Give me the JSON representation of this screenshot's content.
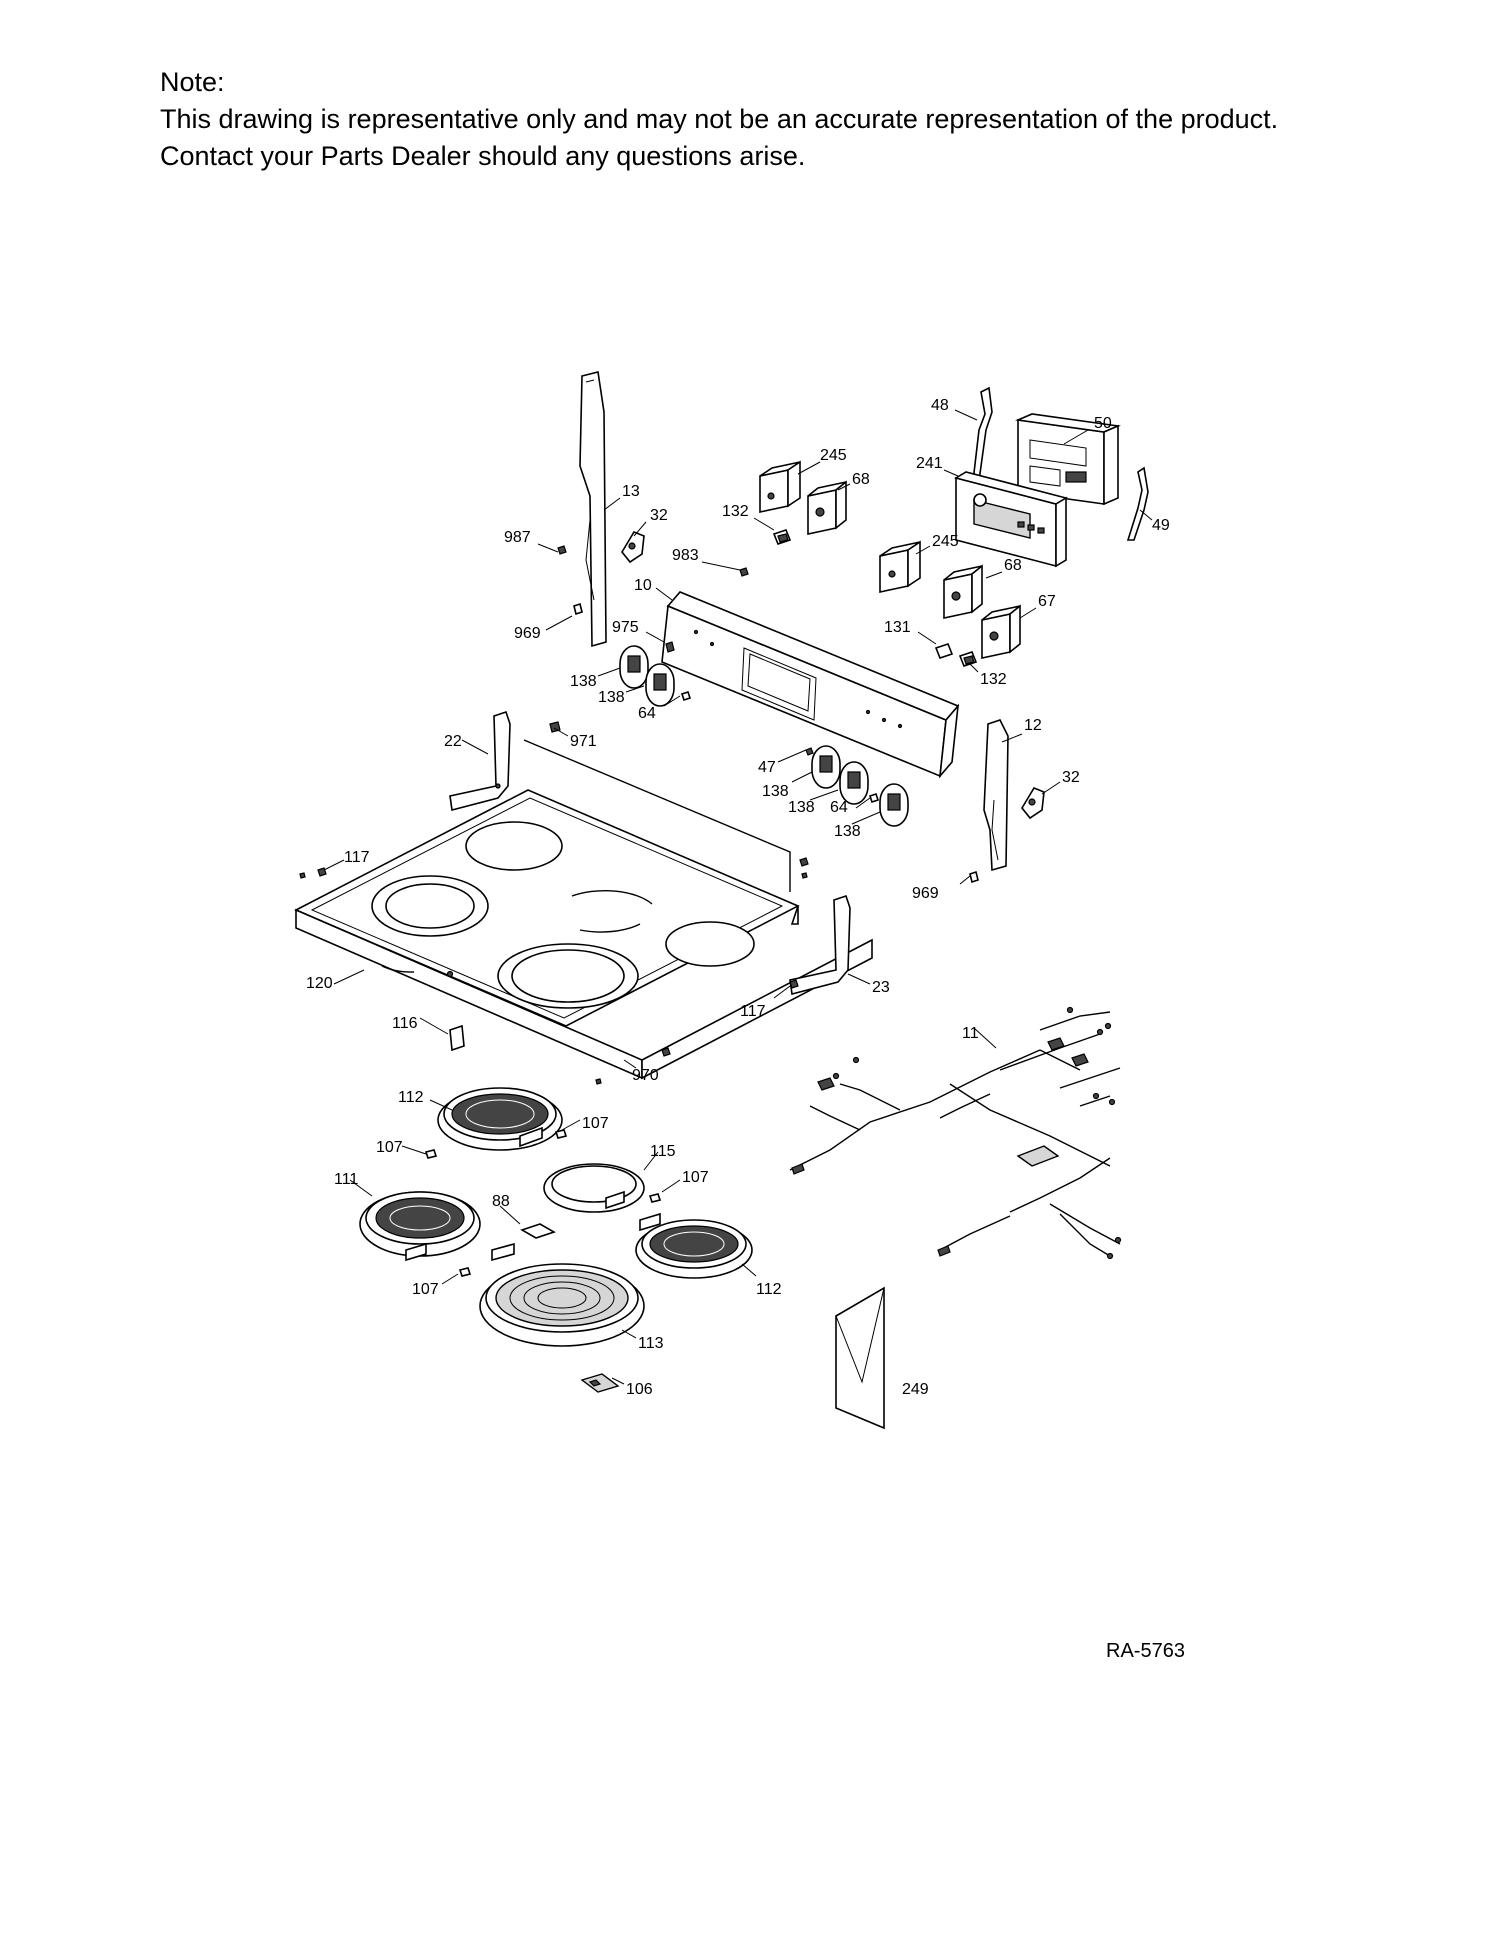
{
  "note": {
    "heading": "Note:",
    "line1": "This drawing is representative only and may not be an accurate representation of the product.",
    "line2": "Contact your Parts Dealer should any questions arise."
  },
  "drawing_code": "RA-5763",
  "callouts": {
    "c48": "48",
    "c50": "50",
    "c241": "241",
    "c49": "49",
    "c245a": "245",
    "c68a": "68",
    "c132a": "132",
    "c245b": "245",
    "c68b": "68",
    "c67": "67",
    "c131": "131",
    "c132b": "132",
    "c13": "13",
    "c32a": "32",
    "c987": "987",
    "c969a": "969",
    "c983": "983",
    "c10": "10",
    "c975": "975",
    "c138a": "138",
    "c138b": "138",
    "c64a": "64",
    "c22": "22",
    "c971": "971",
    "c47": "47",
    "c138c": "138",
    "c138d": "138",
    "c64b": "64",
    "c138e": "138",
    "c12": "12",
    "c32b": "32",
    "c969b": "969",
    "c117a": "117",
    "c120": "120",
    "c23": "23",
    "c117b": "117",
    "c116": "116",
    "c970": "970",
    "c11": "11",
    "c112a": "112",
    "c107a": "107",
    "c107b": "107",
    "c115": "115",
    "c107c": "107",
    "c111": "111",
    "c88": "88",
    "c112b": "112",
    "c107d": "107",
    "c113": "113",
    "c106": "106",
    "c249": "249"
  }
}
